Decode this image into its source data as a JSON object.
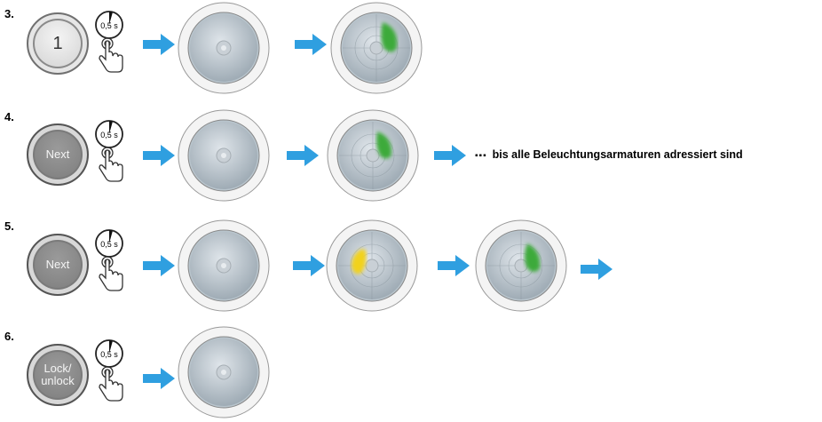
{
  "steps": [
    {
      "number": "3.",
      "button": "1",
      "lamps": [
        "off",
        "green"
      ],
      "trailing_arrow": false,
      "note": ""
    },
    {
      "number": "4.",
      "button": "Next",
      "lamps": [
        "off",
        "green"
      ],
      "trailing_arrow": true,
      "note": "bis alle Beleuchtungsarmaturen adressiert sind"
    },
    {
      "number": "5.",
      "button": "Next",
      "lamps": [
        "off",
        "yellow",
        "green"
      ],
      "trailing_arrow": true,
      "note": ""
    },
    {
      "number": "6.",
      "button_line1": "Lock/",
      "button_line2": "unlock",
      "lamps": [
        "off"
      ],
      "trailing_arrow": false,
      "note": ""
    }
  ],
  "timer_label": "0,5 s",
  "note_dots": "▪▪▪",
  "colors": {
    "arrow": "#2f9fe0",
    "green": "#3daa3a",
    "yellow": "#f2d21b",
    "lamp_ring": "#d9d9d9"
  }
}
